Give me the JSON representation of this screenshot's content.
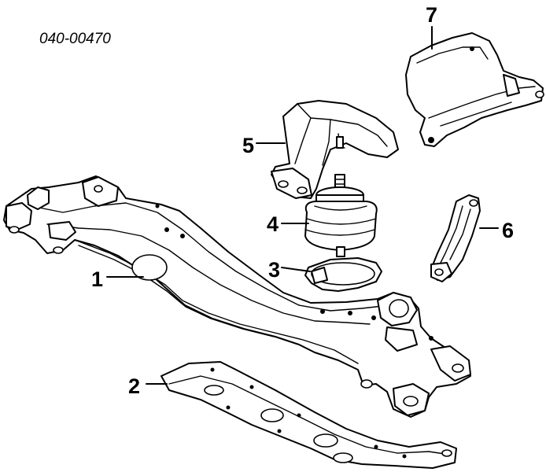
{
  "diagram": {
    "code": "040-00470",
    "callouts": [
      {
        "id": "1",
        "label": "1"
      },
      {
        "id": "2",
        "label": "2"
      },
      {
        "id": "3",
        "label": "3"
      },
      {
        "id": "4",
        "label": "4"
      },
      {
        "id": "5",
        "label": "5"
      },
      {
        "id": "6",
        "label": "6"
      },
      {
        "id": "7",
        "label": "7"
      }
    ]
  }
}
